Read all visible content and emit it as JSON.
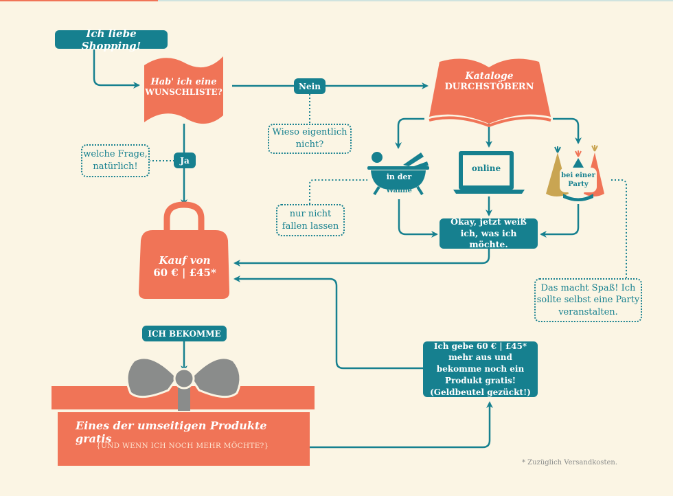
{
  "colors": {
    "teal": "#16808f",
    "coral": "#f07457",
    "gray": "#8a8c8b",
    "gold": "#c9a552",
    "background": "#fbf5e4"
  },
  "start": "Ich liebe Shopping!",
  "question": {
    "line1": "Hab' ich eine",
    "line2": "WUNSCHLISTE?"
  },
  "no_label": "Nein",
  "no_comment": "Wieso eigentlich nicht?",
  "yes_label": "Ja",
  "yes_comment": "welche Frage, natürlich!",
  "catalog": {
    "line1": "Kataloge",
    "line2": "DURCHSTÖBERN"
  },
  "options": {
    "bath_line1": "in der",
    "bath_line2": "Wanne",
    "online": "online",
    "party": "bei einer Party"
  },
  "bath_comment": "nur nicht fallen lassen",
  "party_comment": "Das macht Spaß! Ich sollte selbst eine Party veranstalten.",
  "decided": "Okay, jetzt weiß ich, was ich möchte.",
  "purchase": {
    "line1": "Kauf von",
    "line2": "60 € | £45*"
  },
  "receive_label": "ICH BEKOMME",
  "gift": {
    "title": "Eines der umseitigen Produkte gratis",
    "subtitle": "{UND WENN ICH NOCH MEHR MÖCHTE?}"
  },
  "more": "Ich gebe 60 € | £45* mehr aus und bekomme noch ein Produkt gratis! (Geldbeutel gezückt!)",
  "footnote": "* Zuzüglich Versandkosten."
}
